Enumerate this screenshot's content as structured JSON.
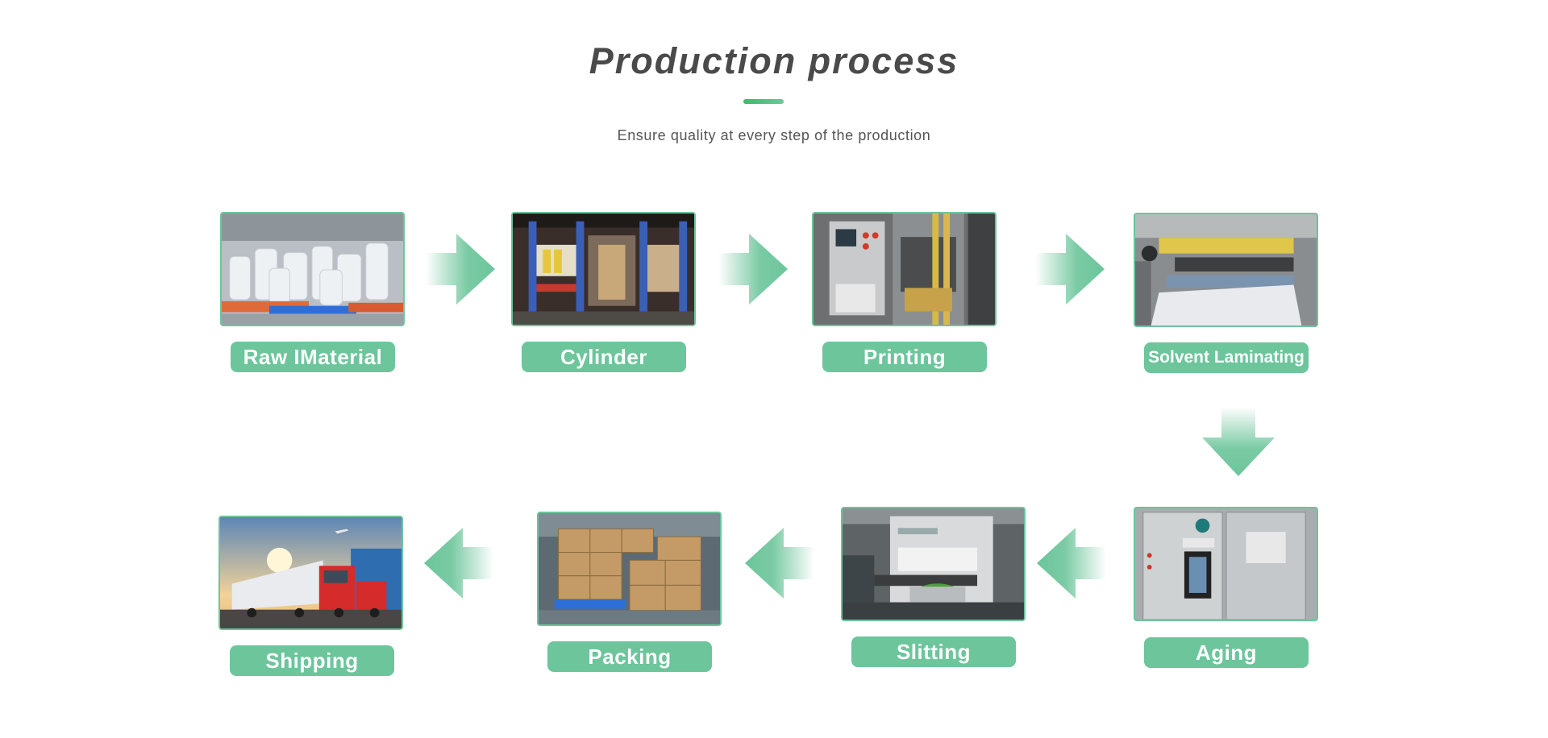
{
  "header": {
    "title": "Production process",
    "subtitle": "Ensure quality at every step of the production"
  },
  "accent_color": "#6cc59b",
  "underline_color": "#3fb96a",
  "steps": [
    {
      "label": "Raw IMaterial",
      "photo": "raw-material-warehouse"
    },
    {
      "label": "Cylinder",
      "photo": "cylinder-storage-racks"
    },
    {
      "label": "Printing",
      "photo": "printing-press"
    },
    {
      "label": "Solvent Laminating",
      "photo": "laminating-machine"
    },
    {
      "label": "Aging",
      "photo": "aging-chamber"
    },
    {
      "label": "Slitting",
      "photo": "slitting-machine"
    },
    {
      "label": "Packing",
      "photo": "packed-cartons"
    },
    {
      "label": "Shipping",
      "photo": "shipping-trucks"
    }
  ]
}
